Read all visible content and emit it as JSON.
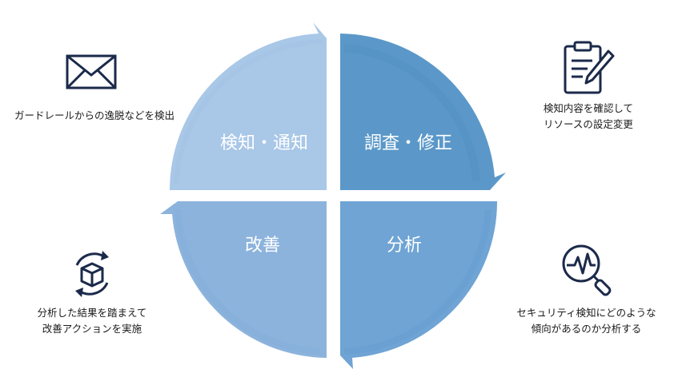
{
  "quadrants": {
    "top_left": {
      "label": "検知・通知",
      "color": "#a9c7e7"
    },
    "top_right": {
      "label": "調査・修正",
      "color": "#5b98c9"
    },
    "bottom_right": {
      "label": "分析",
      "color": "#6fa4d4"
    },
    "bottom_left": {
      "label": "改善",
      "color": "#8cb3dc"
    }
  },
  "descriptions": {
    "detect": {
      "lines": [
        "ガードレールからの逸脱などを検出"
      ],
      "icon": "envelope-icon"
    },
    "investigate": {
      "lines": [
        "検知内容を確認して",
        "リソースの設定変更"
      ],
      "icon": "clipboard-pen-icon"
    },
    "analyze": {
      "lines": [
        "セキュリティ検知にどのような",
        "傾向があるのか分析する"
      ],
      "icon": "magnifier-pulse-icon"
    },
    "improve": {
      "lines": [
        "分析した結果を踏まえて",
        "改善アクションを実施"
      ],
      "icon": "box-cycle-icon"
    }
  },
  "icon_color": "#1b2a4a"
}
